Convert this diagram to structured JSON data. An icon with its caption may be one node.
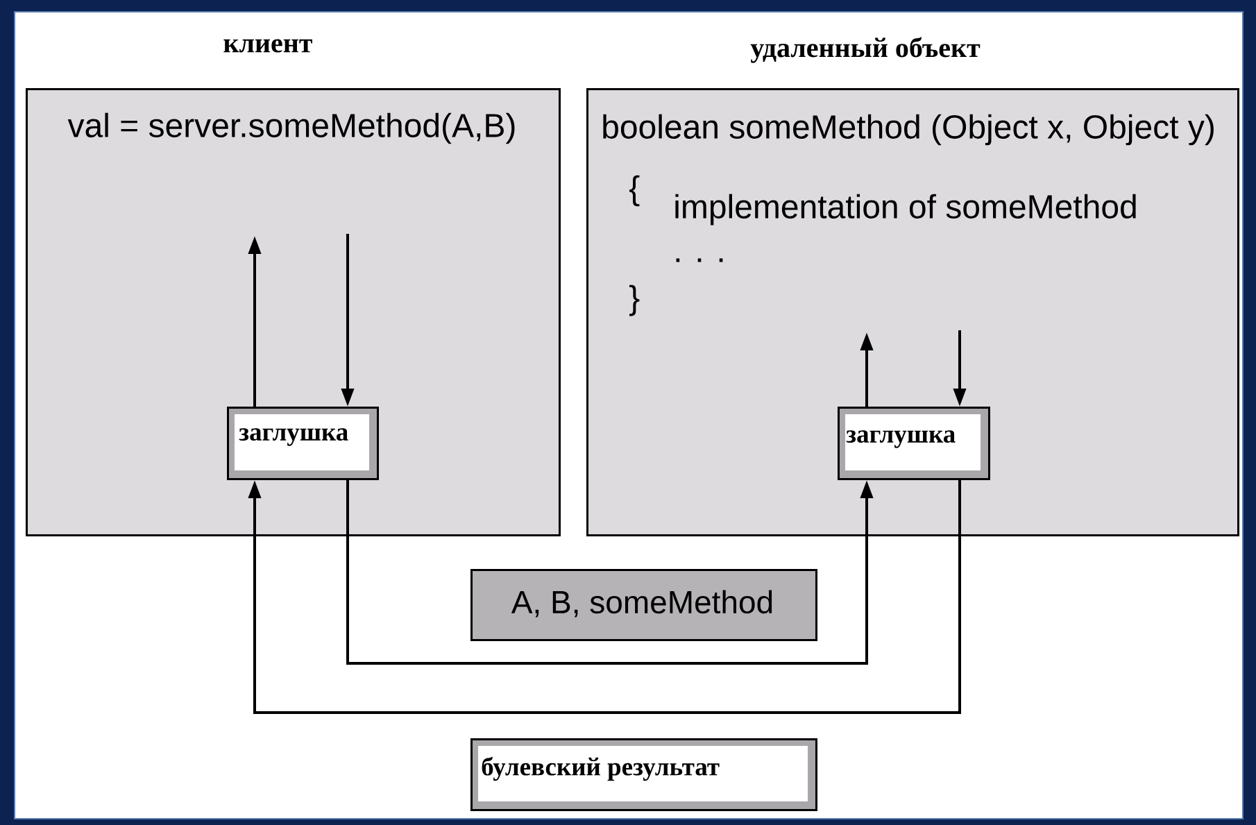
{
  "diagram": {
    "nodes": [
      {
        "text": [
          "клиент",
          "val = server.someMethod(A,B)"
        ]
      },
      {
        "text": [
          "удаленный объект",
          "boolean someMethod (Object x, Object y)",
          "{",
          "implementation of someMethod",
          ". . .",
          "}"
        ]
      },
      {
        "text": [
          "заглушка"
        ],
        "in": 0
      },
      {
        "text": [
          "заглушка"
        ],
        "in": 1
      },
      {
        "text": [
          "A, B, someMethod"
        ]
      },
      {
        "text": [
          "булевский результат"
        ]
      }
    ],
    "edges": [
      {
        "from": 2,
        "to": null,
        "arrow": "to"
      },
      {
        "from": null,
        "to": 2,
        "arrow": "to"
      },
      {
        "from": 3,
        "to": null,
        "arrow": "to"
      },
      {
        "from": null,
        "to": 3,
        "arrow": "to"
      },
      {
        "from": 2,
        "to": 3,
        "arrow": "to"
      },
      {
        "from": 3,
        "to": 2,
        "arrow": "to"
      }
    ]
  }
}
